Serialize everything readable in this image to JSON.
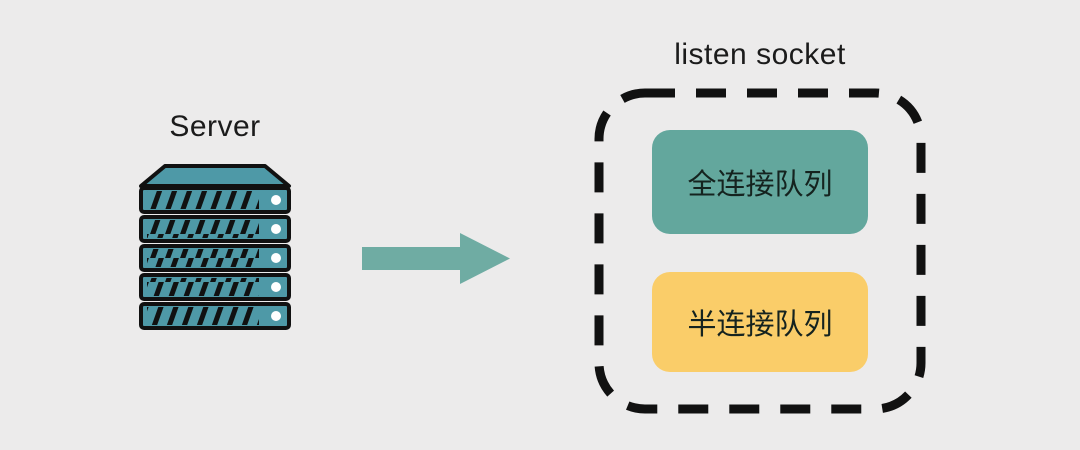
{
  "diagram": {
    "server": {
      "label": "Server"
    },
    "arrow": {
      "direction": "right"
    },
    "listen_socket": {
      "title": "listen socket",
      "queues": [
        {
          "label": "全连接队列",
          "color": "#63A79D"
        },
        {
          "label": "半连接队列",
          "color": "#FACD69"
        }
      ]
    },
    "colors": {
      "background": "#ECEBEB",
      "teal_accent": "#6FACA3",
      "server_fill": "#4E99A7",
      "outline": "#111111",
      "text": "#1b1b1b"
    }
  }
}
